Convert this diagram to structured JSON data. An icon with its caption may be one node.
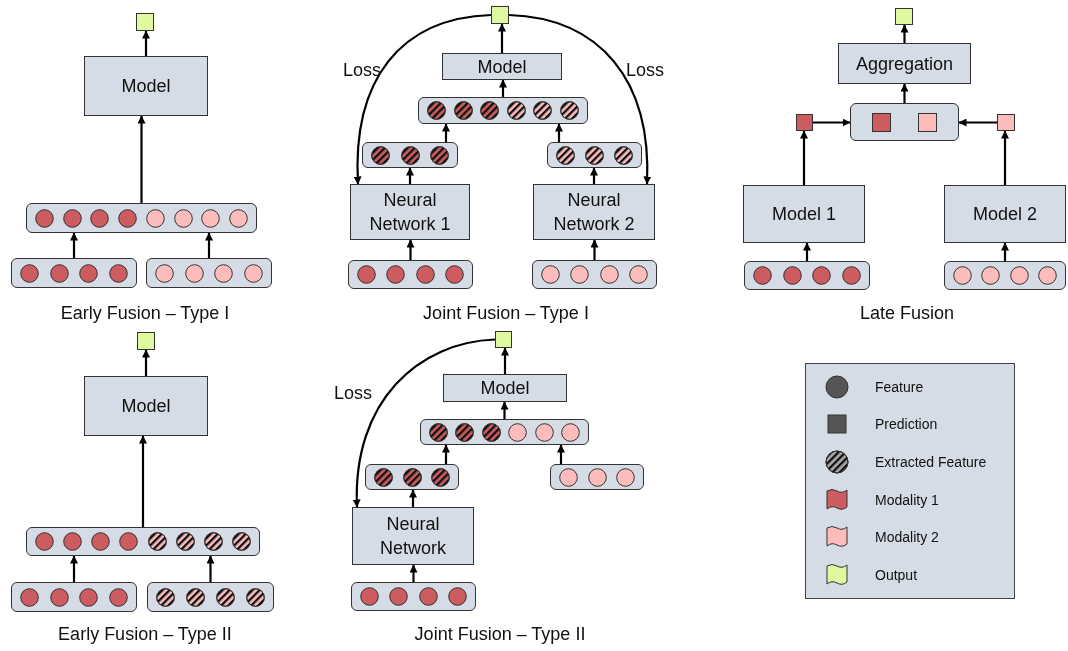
{
  "diagram": {
    "nodes": [
      {
        "text": [],
        "shape": "box"
      },
      {
        "text": [
          "Model"
        ]
      },
      {
        "text": [],
        "shape": "bar"
      },
      {
        "text": [],
        "shape": "bar"
      },
      {
        "text": [],
        "shape": "bar"
      },
      {
        "text": [],
        "shape": "box"
      },
      {
        "text": [
          "Model"
        ]
      },
      {
        "text": [],
        "shape": "bar"
      },
      {
        "text": [],
        "shape": "bar"
      },
      {
        "text": [],
        "shape": "bar"
      },
      {
        "text": [
          "Neural Network 1"
        ]
      },
      {
        "text": [
          "Neural Network 2"
        ]
      },
      {
        "text": [],
        "shape": "bar"
      },
      {
        "text": [],
        "shape": "bar"
      },
      {
        "text": [],
        "shape": "box"
      },
      {
        "text": [
          "Aggregation"
        ]
      },
      {
        "text": [],
        "shape": "bar"
      },
      {
        "text": [],
        "shape": "box"
      },
      {
        "text": [],
        "shape": "box"
      },
      {
        "text": [
          "Model 1"
        ]
      },
      {
        "text": [
          "Model 2"
        ]
      },
      {
        "text": [],
        "shape": "bar"
      },
      {
        "text": [],
        "shape": "bar"
      },
      {
        "text": [],
        "shape": "box"
      },
      {
        "text": [
          "Model"
        ]
      },
      {
        "text": [],
        "shape": "bar"
      },
      {
        "text": [],
        "shape": "bar"
      },
      {
        "text": [],
        "shape": "bar"
      },
      {
        "text": [],
        "shape": "box"
      },
      {
        "text": [
          "Model"
        ]
      },
      {
        "text": [],
        "shape": "bar"
      },
      {
        "text": [],
        "shape": "bar"
      },
      {
        "text": [],
        "shape": "bar"
      },
      {
        "text": [
          "Neural Network"
        ]
      },
      {
        "text": [],
        "shape": "bar"
      }
    ],
    "edges": [
      {
        "from": 1,
        "to": 0,
        "arrow": "to"
      },
      {
        "from": 2,
        "to": 1,
        "arrow": "to"
      },
      {
        "from": 3,
        "to": 2,
        "arrow": "to"
      },
      {
        "from": 4,
        "to": 2,
        "arrow": "to"
      },
      {
        "from": 6,
        "to": 5,
        "arrow": "to"
      },
      {
        "from": 7,
        "to": 6,
        "arrow": "to"
      },
      {
        "from": 8,
        "to": 7,
        "arrow": "to"
      },
      {
        "from": 9,
        "to": 7,
        "arrow": "to"
      },
      {
        "from": 10,
        "to": 8,
        "arrow": "to"
      },
      {
        "from": 11,
        "to": 9,
        "arrow": "to"
      },
      {
        "from": 12,
        "to": 10,
        "arrow": "to"
      },
      {
        "from": 13,
        "to": 11,
        "arrow": "to"
      },
      {
        "from": 5,
        "to": 10,
        "arrow": "to",
        "label": "Loss"
      },
      {
        "from": 5,
        "to": 11,
        "arrow": "to",
        "label": "Loss"
      },
      {
        "from": 15,
        "to": 14,
        "arrow": "to"
      },
      {
        "from": 16,
        "to": 15,
        "arrow": "to"
      },
      {
        "from": 17,
        "to": 16,
        "arrow": "to"
      },
      {
        "from": 18,
        "to": 16,
        "arrow": "to"
      },
      {
        "from": 19,
        "to": 17,
        "arrow": "to"
      },
      {
        "from": 20,
        "to": 18,
        "arrow": "to"
      },
      {
        "from": 21,
        "to": 19,
        "arrow": "to"
      },
      {
        "from": 22,
        "to": 20,
        "arrow": "to"
      },
      {
        "from": 24,
        "to": 23,
        "arrow": "to"
      },
      {
        "from": 25,
        "to": 24,
        "arrow": "to"
      },
      {
        "from": 26,
        "to": 25,
        "arrow": "to"
      },
      {
        "from": 27,
        "to": 25,
        "arrow": "to"
      },
      {
        "from": 29,
        "to": 28,
        "arrow": "to"
      },
      {
        "from": 30,
        "to": 29,
        "arrow": "to"
      },
      {
        "from": 31,
        "to": 30,
        "arrow": "to"
      },
      {
        "from": 32,
        "to": 30,
        "arrow": "to"
      },
      {
        "from": 33,
        "to": 31,
        "arrow": "to"
      },
      {
        "from": 34,
        "to": 33,
        "arrow": "to"
      },
      {
        "from": 28,
        "to": 33,
        "arrow": "to",
        "label": "Loss"
      }
    ],
    "labels": [
      "Early Fusion – Type I",
      "Joint Fusion – Type I",
      "Late Fusion",
      "Early Fusion – Type II",
      "Joint Fusion – Type II"
    ],
    "legend": [
      {
        "text": "Feature"
      },
      {
        "text": "Prediction"
      },
      {
        "text": "Extracted Feature"
      },
      {
        "text": "Modality 1",
        "color": "#cd5c60"
      },
      {
        "text": "Modality 2",
        "color": "#fdbcbc"
      },
      {
        "text": "Output",
        "color": "#e0f8a0"
      }
    ]
  }
}
